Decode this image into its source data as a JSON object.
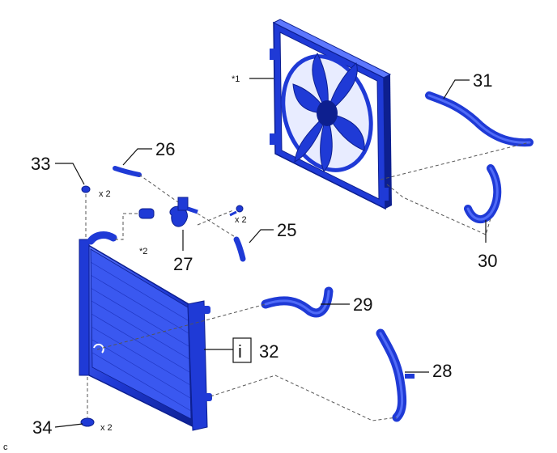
{
  "colors": {
    "part": "#1f3ad6",
    "part_dark": "#0d1f8f",
    "part_light": "#5d78ff",
    "leader": "#111111"
  },
  "labels": {
    "fan_note": "*1",
    "connector_note": "*2",
    "qty_33": "x 2",
    "qty_bolt": "x 2",
    "qty_34": "x 2",
    "info_symbol": "i",
    "corner_mark": "c",
    "n25": "25",
    "n26": "26",
    "n27": "27",
    "n28": "28",
    "n29": "29",
    "n30": "30",
    "n31": "31",
    "n32": "32",
    "n33": "33",
    "n34": "34"
  }
}
